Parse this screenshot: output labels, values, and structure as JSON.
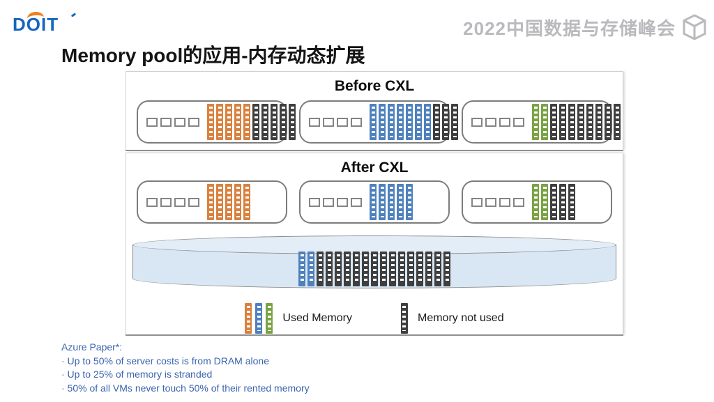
{
  "brand": {
    "logo_text": "DOIT",
    "summit_text": "2022中国数据与存储峰会"
  },
  "page_title": "Memory pool的应用-内存动态扩展",
  "colors": {
    "orange": "#D9813E",
    "blue": "#4E81BD",
    "green": "#7AA344",
    "dark": "#3F3F3F",
    "pool_fill": "#D9E7F4",
    "note_blue": "#3A63AF"
  },
  "sections": [
    {
      "title": "Before CXL",
      "servers": [
        {
          "cpu_slots": 4,
          "dimm_groups": [
            {
              "color": "orange",
              "count": 5
            },
            {
              "color": "dark",
              "count": 5
            }
          ]
        },
        {
          "cpu_slots": 4,
          "dimm_groups": [
            {
              "color": "blue",
              "count": 7
            },
            {
              "color": "dark",
              "count": 3
            }
          ]
        },
        {
          "cpu_slots": 4,
          "dimm_groups": [
            {
              "color": "green",
              "count": 2
            },
            {
              "color": "dark",
              "count": 8
            }
          ]
        }
      ]
    },
    {
      "title": "After CXL",
      "servers": [
        {
          "cpu_slots": 4,
          "dimm_groups": [
            {
              "color": "orange",
              "count": 5
            }
          ]
        },
        {
          "cpu_slots": 4,
          "dimm_groups": [
            {
              "color": "blue",
              "count": 5
            }
          ]
        },
        {
          "cpu_slots": 4,
          "dimm_groups": [
            {
              "color": "green",
              "count": 2
            },
            {
              "color": "dark",
              "count": 3
            }
          ]
        }
      ],
      "pool": {
        "dimm_groups": [
          {
            "color": "blue",
            "count": 2
          },
          {
            "color": "dark",
            "count": 15
          }
        ]
      }
    }
  ],
  "legend": {
    "used": {
      "colors": [
        "orange",
        "blue",
        "green"
      ],
      "label": "Used Memory"
    },
    "unused": {
      "colors": [
        "dark"
      ],
      "label": "Memory not used"
    }
  },
  "notes": {
    "heading": "Azure Paper*:",
    "items": [
      "· Up to 50% of server costs is from DRAM alone",
      "· Up to 25% of memory is stranded",
      "· 50% of all VMs never touch 50% of their rented memory"
    ]
  }
}
